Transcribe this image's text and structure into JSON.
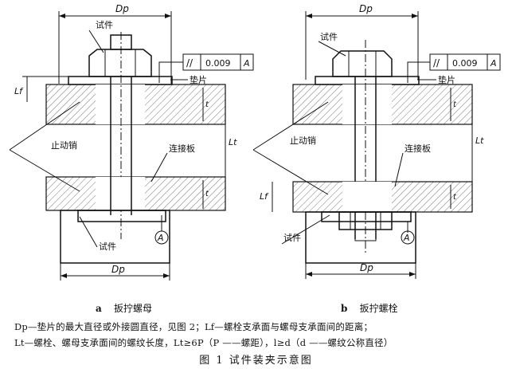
{
  "figure": {
    "panel_a": {
      "dp_top": "Dp",
      "specimen_top": "试件",
      "flatness": {
        "symbol": "//",
        "value": "0.009",
        "datum": "A"
      },
      "washer": "垫片",
      "lf": "Lf",
      "t_top": "t",
      "pin": "止动销",
      "plate": "连接板",
      "lt": "Lt",
      "t_bottom": "t",
      "specimen_bottom": "试件",
      "datum_a": "A",
      "dp_bottom": "Dp",
      "caption_letter": "a",
      "caption_text": "扳拧螺母"
    },
    "panel_b": {
      "dp_top": "Dp",
      "specimen_top": "试件",
      "flatness": {
        "symbol": "//",
        "value": "0.009",
        "datum": "A"
      },
      "washer": "垫片",
      "t_top": "t",
      "pin": "止动销",
      "plate": "连接板",
      "lt": "Lt",
      "lf": "Lf",
      "t_bottom": "t",
      "specimen_bottom": "试件",
      "datum_a": "A",
      "dp_bottom": "Dp",
      "caption_letter": "b",
      "caption_text": "扳拧螺栓"
    },
    "legend_line1": "Dp—垫片的最大直径或外接圆直径，见图 2；Lf—螺栓支承面与螺母支承面间的距离；",
    "legend_line2": "Lt—螺栓、螺母支承面间的螺纹长度，Lt≥6P（P ——螺距），l≥d（d ——螺纹公称直径）",
    "title": "图 1   试件装夹示意图"
  }
}
